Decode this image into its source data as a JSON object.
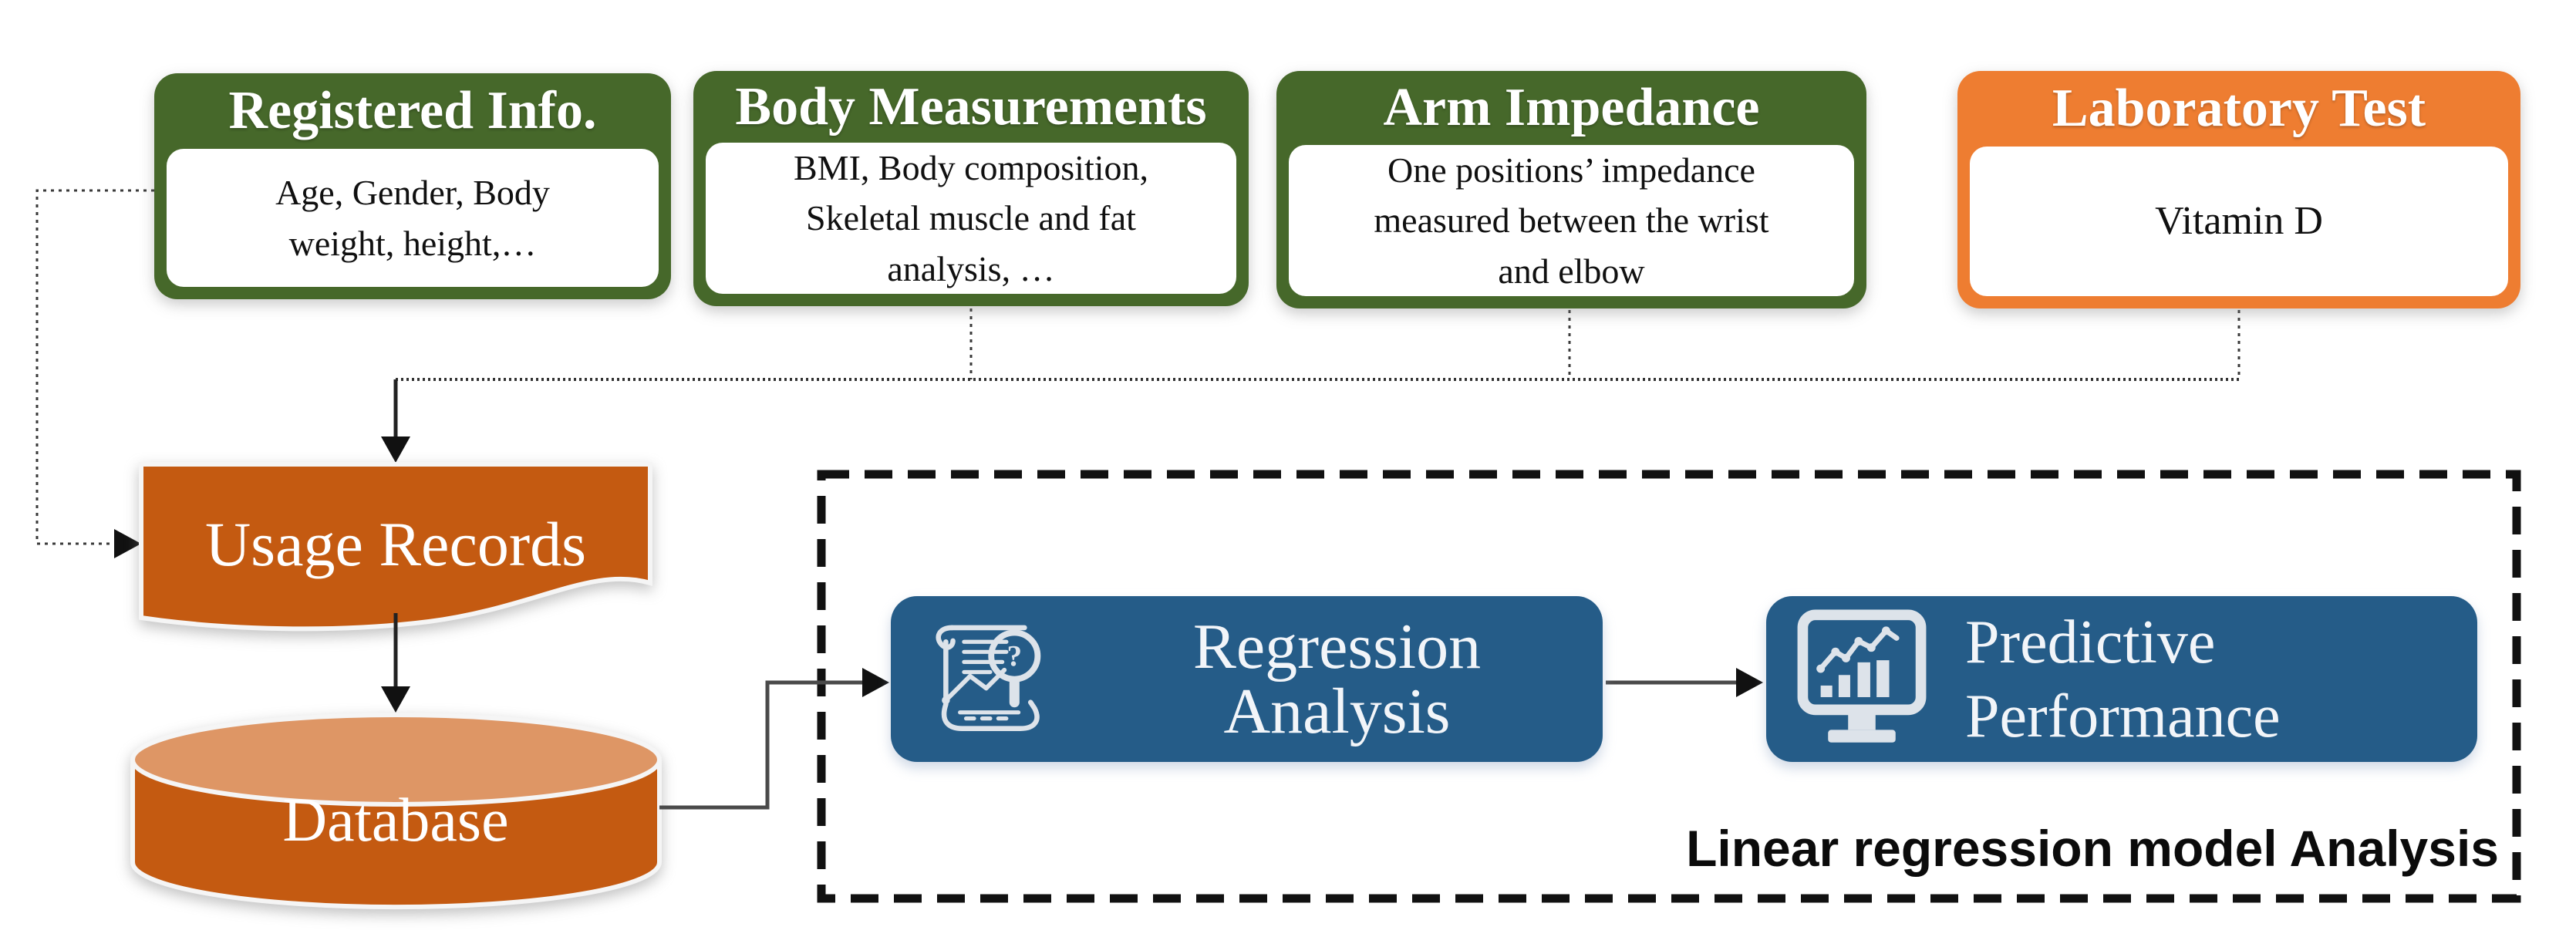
{
  "diagram": {
    "sources": [
      {
        "header": "Registered Info.",
        "body": "Age, Gender, Body\nweight, height,…"
      },
      {
        "header": "Body Measurements",
        "body": "BMI, Body composition,\nSkeletal muscle and fat\nanalysis, …"
      },
      {
        "header": "Arm Impedance",
        "body": "One positions’ impedance\nmeasured between the wrist\nand elbow"
      },
      {
        "header": "Laboratory Test",
        "body": "Vitamin D"
      }
    ],
    "flow": {
      "usage_records": "Usage Records",
      "database": "Database",
      "regression_analysis": "Regression Analysis",
      "predictive_performance": "Predictive\nPerformance",
      "container_label": "Linear regression model Analysis"
    },
    "icons": {
      "magnifier_glyph": "?"
    },
    "colors": {
      "header_green": "#46682A",
      "header_orange": "#EE7D31",
      "shape_dark_orange": "#C45A11",
      "cylinder_top": "#DE9665",
      "process_blue": "#255C88",
      "connector": "#2E2E2E",
      "dashed_container": "#111111"
    }
  }
}
